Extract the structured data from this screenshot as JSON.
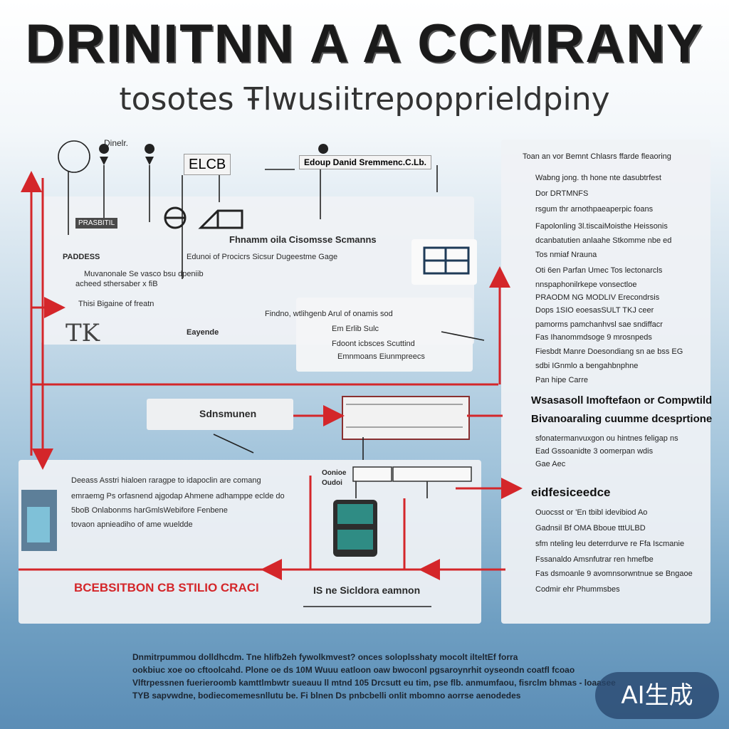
{
  "title": "DRINITNN A A CCMRANY",
  "subtitle": "tosotes Ŧlwusiitrepopprieldpiny",
  "top_row": {
    "label_1": "Dinelr.",
    "label_2": "ELCB",
    "label_3": "Edoup Danid Sremmenc.C.Lb.",
    "dark_label": "PRASBITIL"
  },
  "main_panel": {
    "heading": "Fhnamm oila Cisomsse Scmanns",
    "line_a": "Edunoi of Procicrs Sicsur Dugeestme Gage",
    "label_left": "PADDESS",
    "line_b": "Muvanonale Se vasco bsu dpeniib",
    "line_c": "acheed sthersaber x fiB",
    "line_d": "Thisi Bigaine of freatn",
    "line_e": "Findno, wtlihgenb Arul of onamis sod",
    "line_f": "Eayende",
    "line_g": "Em Erlib Sulc",
    "line_h": "Fdoont icbsces Scuttind",
    "line_i": "Emnmoans Eiunmpreecs",
    "initials": "TK"
  },
  "mid": {
    "box_label": "Sdnsmunen"
  },
  "lower_panel": {
    "line_1": "Deeass Asstri hialoen raragpe to idapoclin are comang",
    "line_2": "emraemg Ps orfasnend ajgodap Ahmene adhamppe eclde do",
    "line_3": "5boB Onlabonms harGmlsWebifore Fenbene",
    "line_4": "tovaon apnieadiho of ame wueldde",
    "tab_1": "Oonioe",
    "tab_2": "Oudoi",
    "red_label": "BCEBSITBON CB STILIO CRACI",
    "bottom_label": "IS ne Sicldora eamnon"
  },
  "right_panel": {
    "lines": [
      "Toan an vor Bemnt Chlasrs ffarde fleaoring",
      "Wabng jong. th hone nte dasubtrfest",
      "Dor DRTMNFS",
      "rsgum thr arnothpaeaperpic foans",
      "Fapolonling 3l.tiscaiMoisthe Heissonis",
      "dcanbatutien anlaahe Stkomme nbe ed",
      "Tos nmiaf Nrauna",
      "Oti 6en Parfan Umec Tos lectonarcls",
      "nnspaphonilrkepe vonsectloe",
      "PRAODM NG MODLIV Erecondrsis",
      "Dops 1SIO eoesasSULT TKJ ceer",
      "pamorms pamchanhvsl sae sndiffacr",
      "Fas Ihanommdsoge 9 mrosnpeds",
      "Fiesbdt Manre Doesondiang sn ae bss EG",
      "sdbi IGnmlo a bengahbnphne",
      "Pan hipe Carre",
      "Wsasasoll Imoftefaon or Compwtild",
      "Bivanoaraling cuumme dcesprtione",
      "sfonatermanvuxgon ou hintnes feligap ns",
      "Ead Gssoanidte 3 oomerpan wdis",
      "Gae Aec",
      "eidfesiceedce",
      "Ouocsst or 'En tbibl idevibiod Ao",
      "Gadnsil Bf OMA Bboue tttULBD",
      "sfm nteling leu deterrdurve re Ffa Iscmanie",
      "Fssanaldo Amsnfutrar ren hmefbe",
      "Fas dsmoanle 9 avomnsorwntnue se Bngaoe",
      "Codmir ehr Phummsbes"
    ]
  },
  "bottom_text": {
    "lines": [
      "Dnmitrpummou dolldhcdm. Tne hlifb2eh fywolkmvest? onces soloplsshaty mocolt ilteltEf forra",
      "ookbiuc xoe oo cftoolcahd. Plone oe ds 10M Wuuu eatloon oaw bwoconl pgsaroynrhit oyseondn coatfl fcoao",
      "Vlftrpessnen fuerieroomb kamttlmbwtr sueauu ll mtnd 105 Drcsutt eu tim, pse flb. anmumfaou, fisrclm bhmas - loaasee",
      "TYB sapvwdne, bodiecomemesnllutu be. Fi blnen Ds pnbcbelli onlit mbomno aorrse aenodedes"
    ]
  },
  "badge": "AI生成",
  "colors": {
    "arrow_red": "#d4262a",
    "panel_bg": "#f0f2f5",
    "title_dark": "#1a1a1a"
  }
}
